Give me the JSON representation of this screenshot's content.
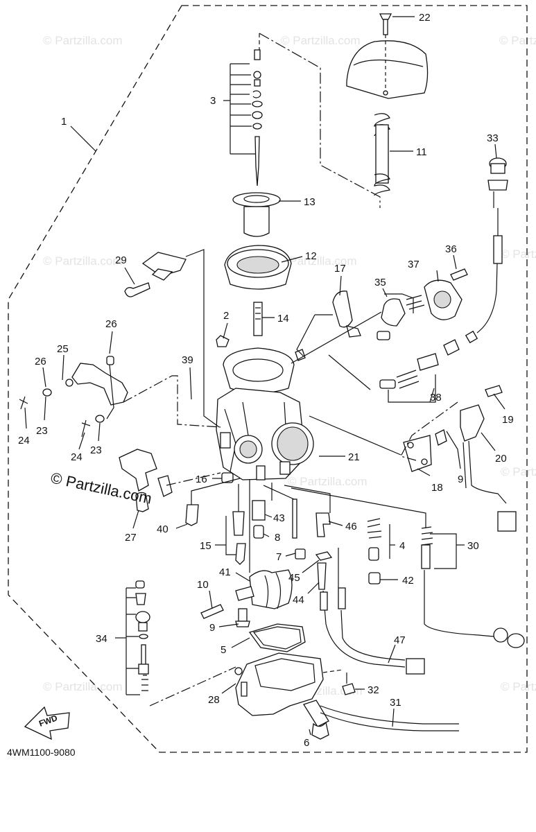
{
  "diagram": {
    "watermark_text": "© Partzilla.com",
    "copyright_text": "© Partzilla.com",
    "diagram_code": "4WM1100-9080",
    "fwd_label": "FWD",
    "callouts": [
      {
        "id": "1",
        "label": "1"
      },
      {
        "id": "2",
        "label": "2"
      },
      {
        "id": "3",
        "label": "3"
      },
      {
        "id": "4",
        "label": "4"
      },
      {
        "id": "5",
        "label": "5"
      },
      {
        "id": "6",
        "label": "6"
      },
      {
        "id": "7",
        "label": "7"
      },
      {
        "id": "8",
        "label": "8"
      },
      {
        "id": "9a",
        "label": "9"
      },
      {
        "id": "9b",
        "label": "9"
      },
      {
        "id": "10",
        "label": "10"
      },
      {
        "id": "11",
        "label": "11"
      },
      {
        "id": "12",
        "label": "12"
      },
      {
        "id": "13",
        "label": "13"
      },
      {
        "id": "14",
        "label": "14"
      },
      {
        "id": "15",
        "label": "15"
      },
      {
        "id": "16",
        "label": "16"
      },
      {
        "id": "17",
        "label": "17"
      },
      {
        "id": "18",
        "label": "18"
      },
      {
        "id": "19",
        "label": "19"
      },
      {
        "id": "20",
        "label": "20"
      },
      {
        "id": "21",
        "label": "21"
      },
      {
        "id": "22",
        "label": "22"
      },
      {
        "id": "23a",
        "label": "23"
      },
      {
        "id": "23b",
        "label": "23"
      },
      {
        "id": "24a",
        "label": "24"
      },
      {
        "id": "24b",
        "label": "24"
      },
      {
        "id": "25",
        "label": "25"
      },
      {
        "id": "26a",
        "label": "26"
      },
      {
        "id": "26b",
        "label": "26"
      },
      {
        "id": "27",
        "label": "27"
      },
      {
        "id": "28",
        "label": "28"
      },
      {
        "id": "29",
        "label": "29"
      },
      {
        "id": "30",
        "label": "30"
      },
      {
        "id": "31",
        "label": "31"
      },
      {
        "id": "32",
        "label": "32"
      },
      {
        "id": "33",
        "label": "33"
      },
      {
        "id": "34",
        "label": "34"
      },
      {
        "id": "35",
        "label": "35"
      },
      {
        "id": "36",
        "label": "36"
      },
      {
        "id": "37",
        "label": "37"
      },
      {
        "id": "38",
        "label": "38"
      },
      {
        "id": "39",
        "label": "39"
      },
      {
        "id": "40",
        "label": "40"
      },
      {
        "id": "41",
        "label": "41"
      },
      {
        "id": "42",
        "label": "42"
      },
      {
        "id": "43",
        "label": "43"
      },
      {
        "id": "44",
        "label": "44"
      },
      {
        "id": "45",
        "label": "45"
      },
      {
        "id": "46",
        "label": "46"
      },
      {
        "id": "47",
        "label": "47"
      }
    ]
  }
}
